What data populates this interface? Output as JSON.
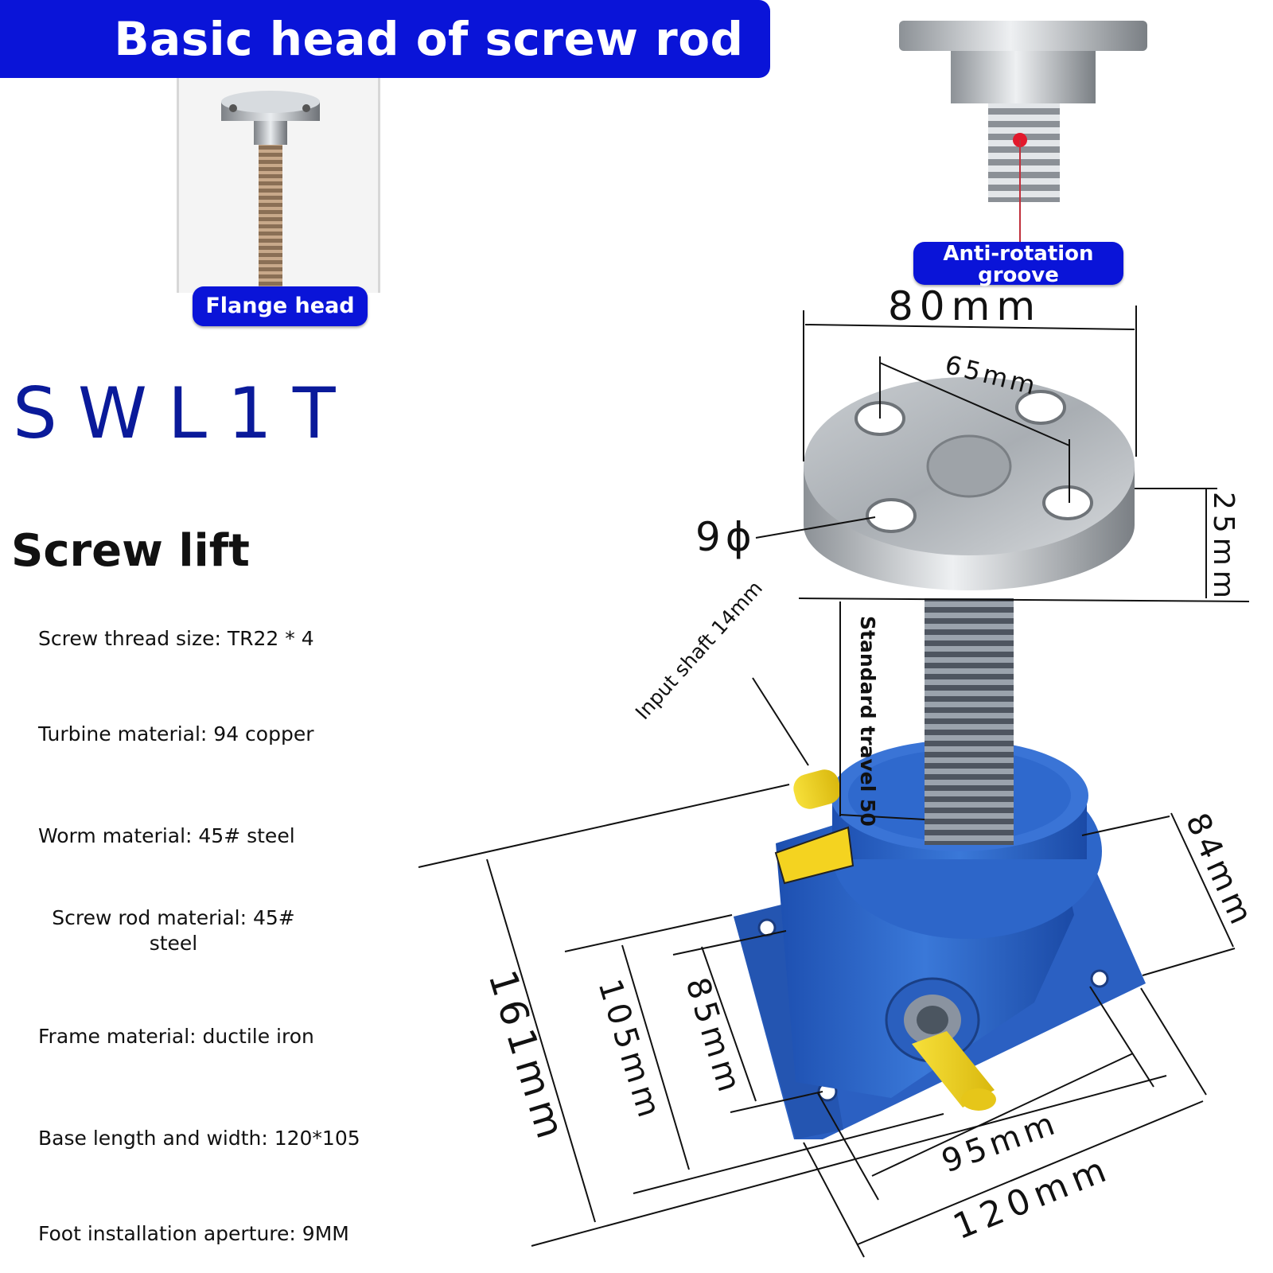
{
  "header": {
    "title": "Basic head of screw rod"
  },
  "labels": {
    "flange_head": "Flange head",
    "anti_rotation": "Anti-rotation groove"
  },
  "model": "SWL1T",
  "product": {
    "name": "Screw lift"
  },
  "specs": [
    "Screw thread size: TR22 * 4",
    "Turbine material: 94 copper",
    "Worm material: 45# steel",
    "Screw rod material: 45# steel",
    "Frame material: ductile iron",
    "Base length and width: 120*105",
    "Foot installation aperture: 9MM"
  ],
  "dimensions": {
    "flange_dia": "80mm",
    "bolt_circle": "65mm",
    "hole": "9ϕ",
    "flange_thk": "25mm",
    "input_shaft": "Input shaft 14mm",
    "travel": "Standard travel 50",
    "body_height": "84mm",
    "total_height": "161mm",
    "base_width": "105mm",
    "base_hole": "85mm",
    "hole_spacing": "95mm",
    "base_length": "120mm"
  },
  "colors": {
    "accent_blue": "#0a14d8",
    "body_blue": "#2a63c4",
    "shaft_yellow": "#f2d21a",
    "steel": "#b8bcc0"
  }
}
